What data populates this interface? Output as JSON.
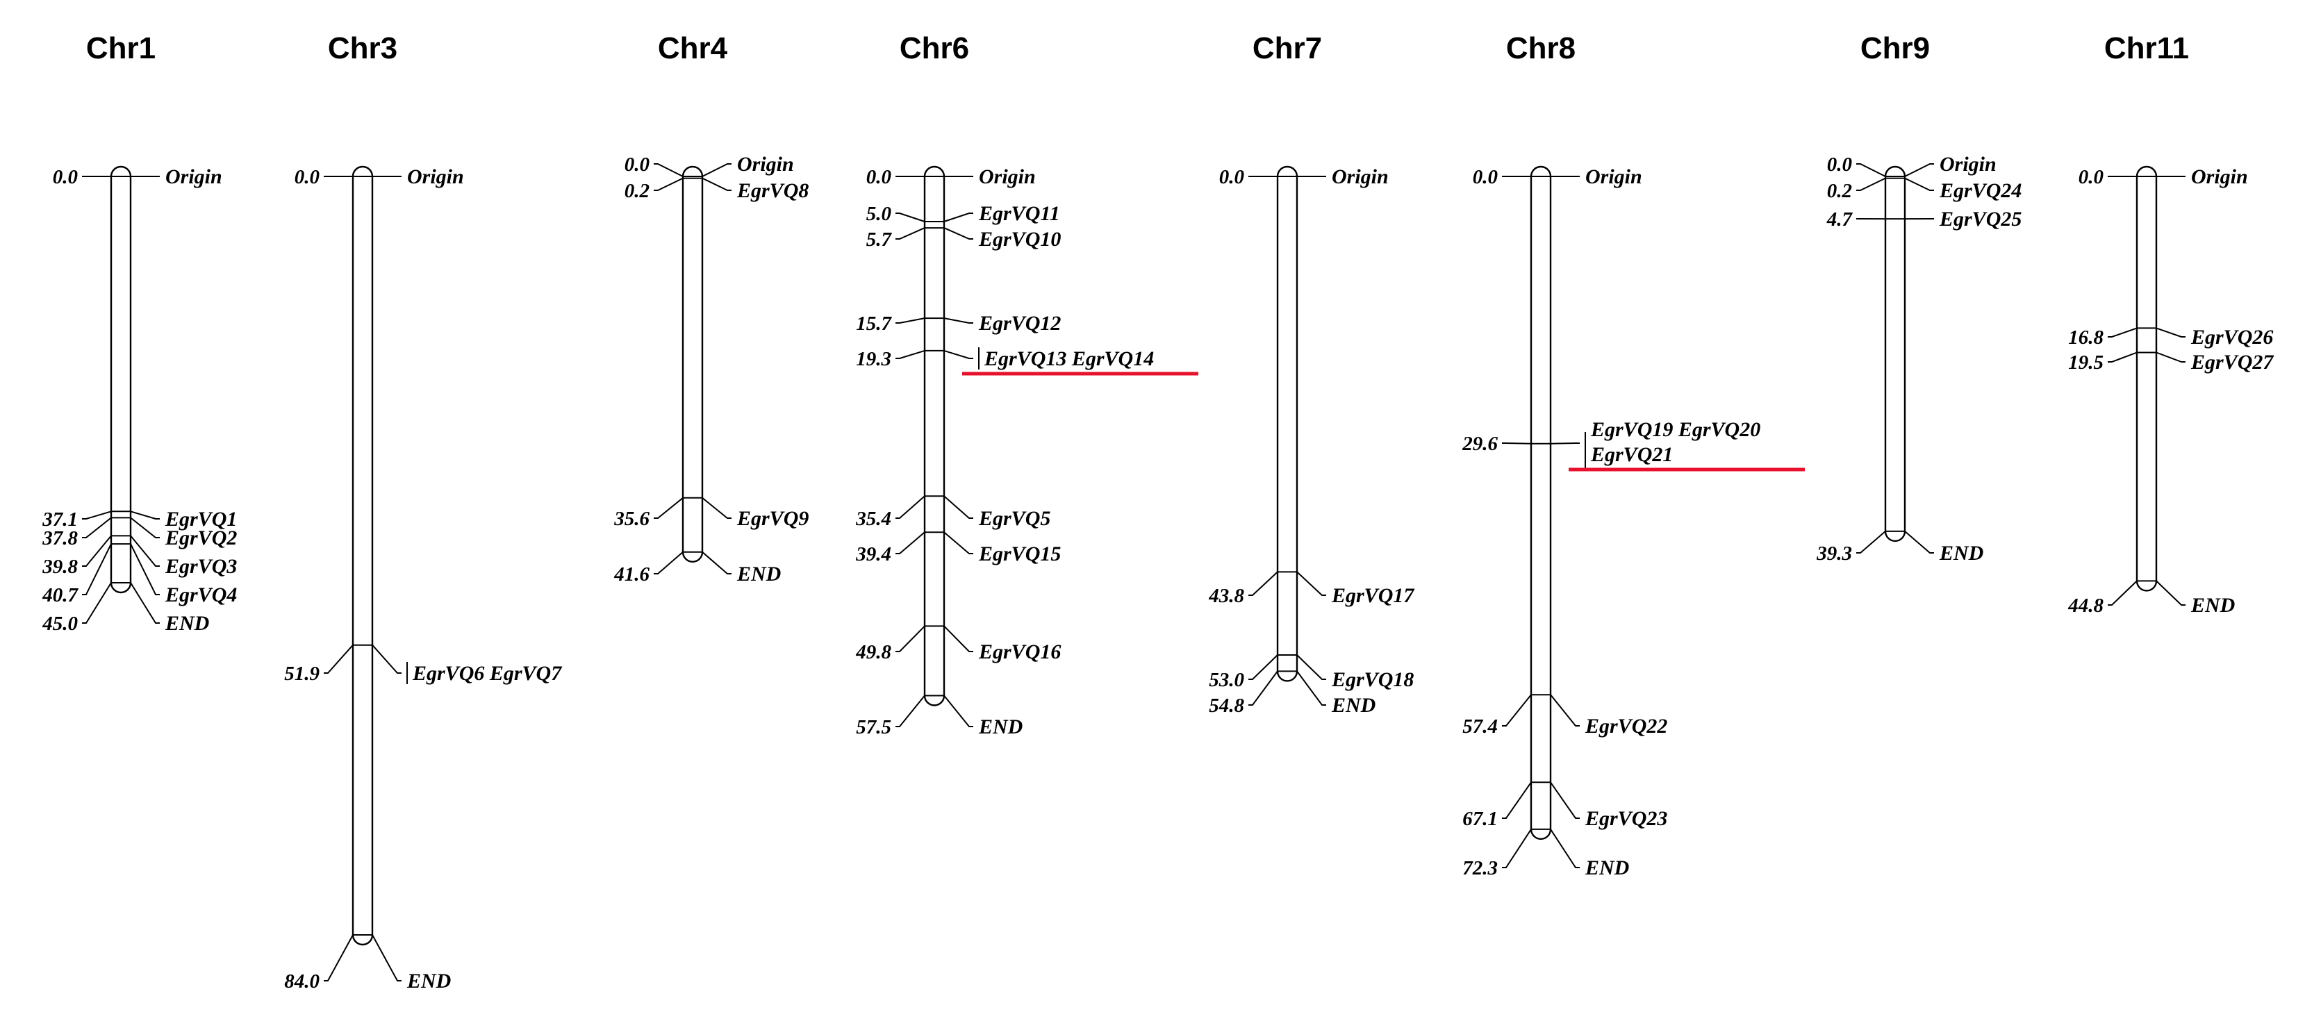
{
  "highlight_color": "#e8112d",
  "chromosomes": [
    {
      "title": "Chr1",
      "labels": [
        {
          "pos": "0.0",
          "gene": "Origin"
        },
        {
          "pos": "37.1",
          "gene": "EgrVQ1"
        },
        {
          "pos": "37.8",
          "gene": "EgrVQ2"
        },
        {
          "pos": "39.8",
          "gene": "EgrVQ3"
        },
        {
          "pos": "40.7",
          "gene": "EgrVQ4"
        },
        {
          "pos": "45.0",
          "gene": "END"
        }
      ]
    },
    {
      "title": "Chr3",
      "labels": [
        {
          "pos": "0.0",
          "gene": "Origin"
        },
        {
          "pos": "51.9",
          "gene": "EgrVQ6 EgrVQ7"
        },
        {
          "pos": "84.0",
          "gene": "END"
        }
      ]
    },
    {
      "title": "Chr4",
      "labels": [
        {
          "pos": "0.0",
          "gene": "Origin"
        },
        {
          "pos": "0.2",
          "gene": "EgrVQ8"
        },
        {
          "pos": "35.6",
          "gene": "EgrVQ9"
        },
        {
          "pos": "41.6",
          "gene": "END"
        }
      ]
    },
    {
      "title": "Chr6",
      "labels": [
        {
          "pos": "0.0",
          "gene": "Origin"
        },
        {
          "pos": "5.0",
          "gene": "EgrVQ11"
        },
        {
          "pos": "5.7",
          "gene": "EgrVQ10"
        },
        {
          "pos": "15.7",
          "gene": "EgrVQ12"
        },
        {
          "pos": "19.3",
          "gene": "EgrVQ13 EgrVQ14",
          "highlight": true
        },
        {
          "pos": "35.4",
          "gene": "EgrVQ5"
        },
        {
          "pos": "39.4",
          "gene": "EgrVQ15"
        },
        {
          "pos": "49.8",
          "gene": "EgrVQ16"
        },
        {
          "pos": "57.5",
          "gene": "END"
        }
      ]
    },
    {
      "title": "Chr7",
      "labels": [
        {
          "pos": "0.0",
          "gene": "Origin"
        },
        {
          "pos": "43.8",
          "gene": "EgrVQ17"
        },
        {
          "pos": "53.0",
          "gene": "EgrVQ18"
        },
        {
          "pos": "54.8",
          "gene": "END"
        }
      ]
    },
    {
      "title": "Chr8",
      "labels": [
        {
          "pos": "0.0",
          "gene": "Origin"
        },
        {
          "pos": "29.6",
          "gene": "EgrVQ19 EgrVQ20",
          "gene2": "EgrVQ21",
          "highlight": true
        },
        {
          "pos": "57.4",
          "gene": "EgrVQ22"
        },
        {
          "pos": "67.1",
          "gene": "EgrVQ23"
        },
        {
          "pos": "72.3",
          "gene": "END"
        }
      ]
    },
    {
      "title": "Chr9",
      "labels": [
        {
          "pos": "0.0",
          "gene": "Origin"
        },
        {
          "pos": "0.2",
          "gene": "EgrVQ24"
        },
        {
          "pos": "4.7",
          "gene": "EgrVQ25"
        },
        {
          "pos": "39.3",
          "gene": "END"
        }
      ]
    },
    {
      "title": "Chr11",
      "labels": [
        {
          "pos": "0.0",
          "gene": "Origin"
        },
        {
          "pos": "16.8",
          "gene": "EgrVQ26"
        },
        {
          "pos": "19.5",
          "gene": "EgrVQ27"
        },
        {
          "pos": "44.8",
          "gene": "END"
        }
      ]
    }
  ]
}
